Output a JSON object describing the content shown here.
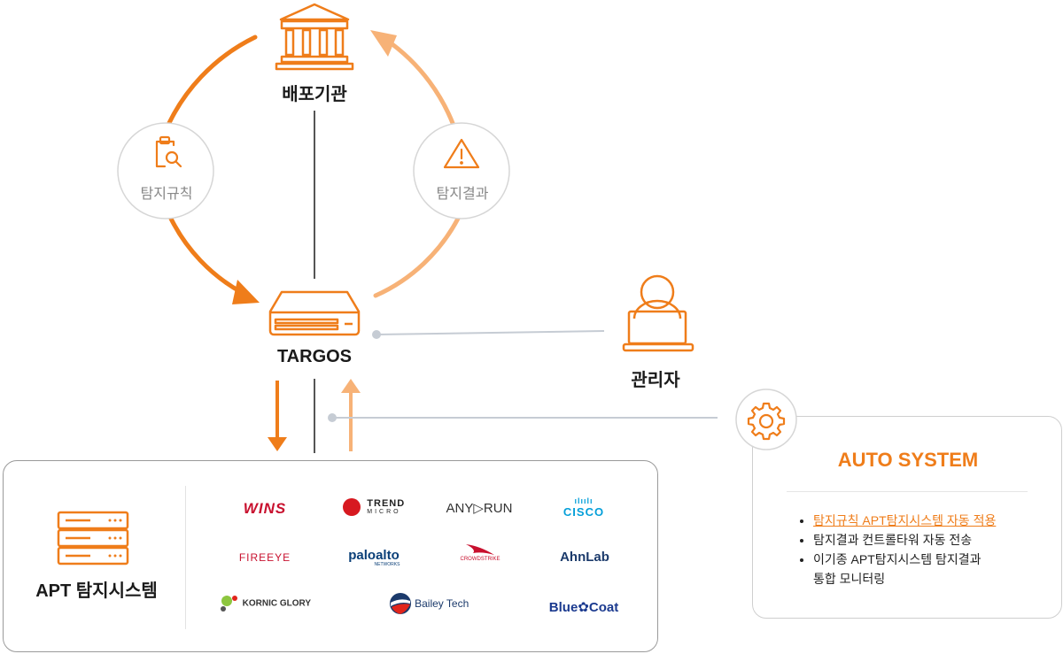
{
  "nodes": {
    "distributor": "배포기관",
    "targos": "TARGOS",
    "admin": "관리자"
  },
  "flows": {
    "rule": "탐지규칙",
    "result": "탐지결과"
  },
  "apt": {
    "title": "APT 탐지시스템",
    "vendors": {
      "wins": "WINS",
      "trend": "TREND",
      "trend_sub": "MICRO",
      "anyrun": "ANY▷RUN",
      "cisco": "CISCO",
      "fireeye": "FIREEYE",
      "paloalto": "paloalto",
      "paloalto_sub": "NETWORKS",
      "crowdstrike": "CROWDSTRIKE",
      "ahnlab": "AhnLab",
      "kornic": "KORNIC GLORY",
      "bailey": "Bailey Tech",
      "bluecoat": "Blue✿Coat"
    }
  },
  "auto_system": {
    "title": "AUTO SYSTEM",
    "items": [
      "탐지규칙 APT탐지시스템 자동 적용",
      "탐지결과 컨트롤타워 자동 전송",
      "이기종 APT탐지시스템 탐지결과",
      "통합 모니터링"
    ]
  },
  "colors": {
    "orange_dark": "#ef7d1a",
    "orange_light": "#f7b277",
    "gray_line": "#555555",
    "connector": "#c6ccd4"
  }
}
